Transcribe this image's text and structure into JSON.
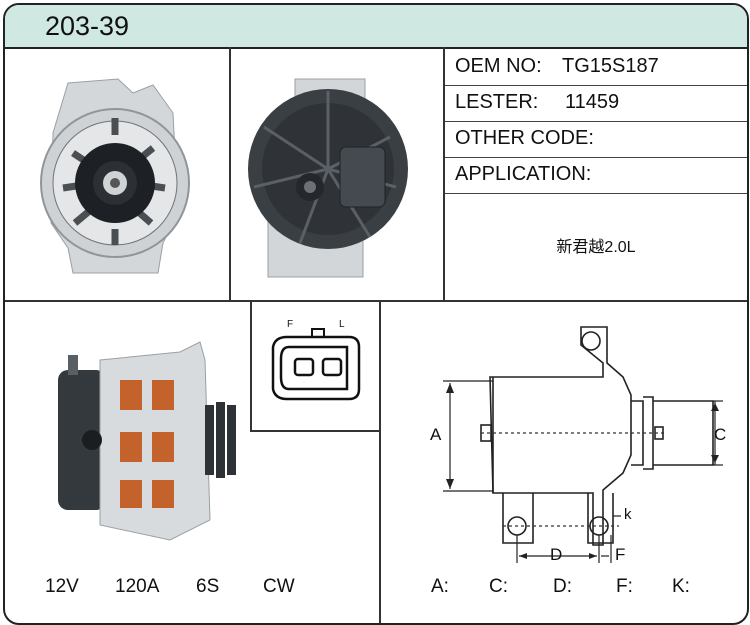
{
  "header": {
    "title": "203-39"
  },
  "info": {
    "oem_label": "OEM NO:",
    "oem_value": "TG15S187",
    "lester_label": "LESTER:",
    "lester_value": "11459",
    "other_label": "OTHER CODE:",
    "other_value": "",
    "application_label": "APPLICATION:",
    "application_value": "新君越2.0L"
  },
  "specs": {
    "voltage": "12V",
    "amperage": "120A",
    "pulley": "6S",
    "rotation": "CW"
  },
  "connector": {
    "pin_left": "F",
    "pin_right": "L"
  },
  "diagram_labels": {
    "a": "A",
    "c": "C",
    "d": "D",
    "f": "F",
    "k": "k"
  },
  "dimensions": {
    "a": "A:",
    "c": "C:",
    "d": "D:",
    "f": "F:",
    "k": "K:"
  },
  "colors": {
    "header_bg": "#cfe9e2",
    "housing": "#d9dcde",
    "dark_part": "#3a3f44"
  }
}
